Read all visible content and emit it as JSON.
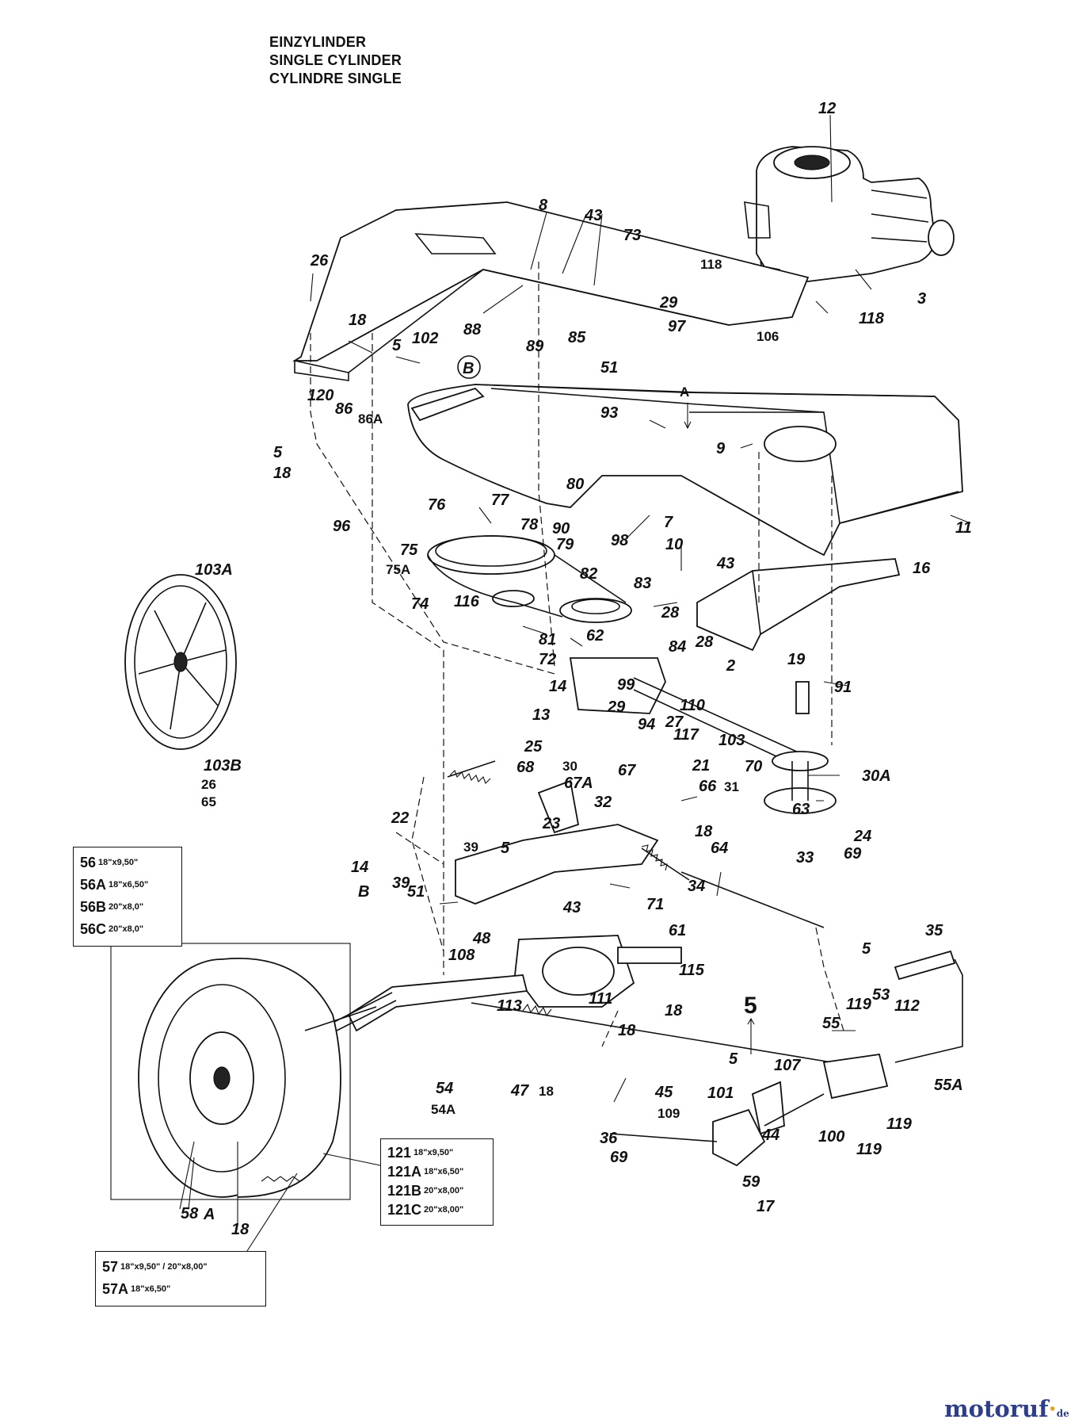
{
  "title_lines": [
    "EINZYLINDER",
    "SINGLE CYLINDER",
    "CYLINDRE SINGLE"
  ],
  "parts": [
    "12",
    "8",
    "43",
    "73",
    "118",
    "3",
    "26",
    "29",
    "118",
    "97",
    "106",
    "88",
    "85",
    "89",
    "51",
    "18",
    "5",
    "102",
    "B",
    "120",
    "86",
    "86A",
    "93",
    "A",
    "5",
    "18",
    "96",
    "9",
    "11",
    "80",
    "76",
    "77",
    "78",
    "90",
    "98",
    "75",
    "75A",
    "79",
    "82",
    "7",
    "10",
    "43",
    "16",
    "74",
    "83",
    "116",
    "28",
    "62",
    "81",
    "84",
    "28",
    "72",
    "2",
    "19",
    "91",
    "14",
    "99",
    "110",
    "13",
    "29",
    "27",
    "94",
    "117",
    "103",
    "103A",
    "103B",
    "26",
    "65",
    "25",
    "21",
    "70",
    "30A",
    "68",
    "30",
    "67",
    "67A",
    "66",
    "31",
    "22",
    "32",
    "63",
    "23",
    "24",
    "69",
    "33",
    "18",
    "64",
    "39",
    "5",
    "43",
    "34",
    "71",
    "14",
    "B",
    "39",
    "51",
    "48",
    "61",
    "35",
    "108",
    "115",
    "5",
    "119",
    "53",
    "112",
    "113",
    "111",
    "18",
    "18",
    "55",
    "55A",
    "54",
    "54A",
    "47",
    "18",
    "5",
    "107",
    "101",
    "45",
    "109",
    "44",
    "119",
    "100",
    "119",
    "36",
    "69",
    "59",
    "17",
    "58",
    "A",
    "18",
    "5"
  ],
  "legend_wheel": [
    {
      "code": "56",
      "size": "18\"x9,50\""
    },
    {
      "code": "56A",
      "size": "18\"x6,50\""
    },
    {
      "code": "56B",
      "size": "20\"x8,0\""
    },
    {
      "code": "56C",
      "size": "20\"x8,0\""
    }
  ],
  "legend_tire": [
    {
      "code": "121",
      "size": "18\"x9,50\""
    },
    {
      "code": "121A",
      "size": "18\"x6,50\""
    },
    {
      "code": "121B",
      "size": "20\"x8,00\""
    },
    {
      "code": "121C",
      "size": "20\"x8,00\""
    }
  ],
  "legend_rim": [
    {
      "code": "57",
      "size": "18\"x9,50\" / 20\"x8,00\""
    },
    {
      "code": "57A",
      "size": "18\"x6,50\""
    }
  ],
  "logo": {
    "name": "motoruf",
    "dot": "·",
    "tld": "de"
  }
}
